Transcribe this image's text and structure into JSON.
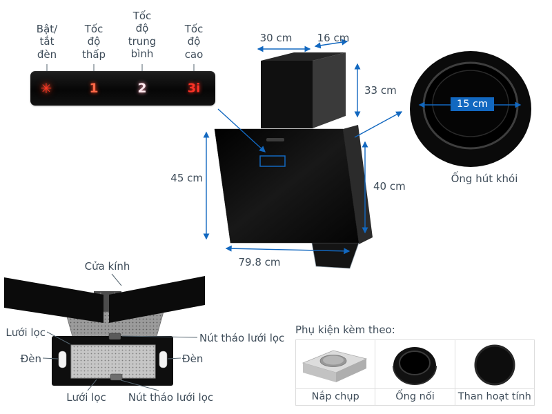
{
  "control_panel": {
    "items": [
      {
        "icon": "light-icon",
        "symbol": "✳",
        "label": "Bật/\ntắt\nđèn"
      },
      {
        "symbol": "1",
        "label": "Tốc\nđộ\nthấp"
      },
      {
        "symbol": "2",
        "label": "Tốc\nđộ\ntrung\nbình"
      },
      {
        "symbol": "3i",
        "label": "Tốc\nđộ\ncao"
      }
    ]
  },
  "dimensions": {
    "top_width": "30 cm",
    "top_depth": "16 cm",
    "chimney_height": "33 cm",
    "glass_height": "45 cm",
    "body_height": "40 cm",
    "total_width": "79.8 cm",
    "duct_diameter": "15 cm"
  },
  "duct": {
    "label": "Ống hút khói"
  },
  "underside": {
    "glass": "Cửa kính",
    "filter_left": "Lưới lọc",
    "filter_bottom": "Lưới lọc",
    "lamp_left": "Đèn",
    "lamp_right": "Đèn",
    "release_right": "Nút tháo lưới lọc",
    "release_bottom": "Nút tháo lưới lọc"
  },
  "accessories": {
    "title": "Phụ kiện kèm theo:",
    "items": [
      {
        "name": "cover-cap",
        "label": "Nắp chụp"
      },
      {
        "name": "connector-tube",
        "label": "Ống nối"
      },
      {
        "name": "activated-carbon",
        "label": "Than hoạt tính"
      }
    ]
  },
  "colors": {
    "accent": "#1268c0",
    "text": "#3e4c59",
    "product": "#0d0d0d"
  }
}
